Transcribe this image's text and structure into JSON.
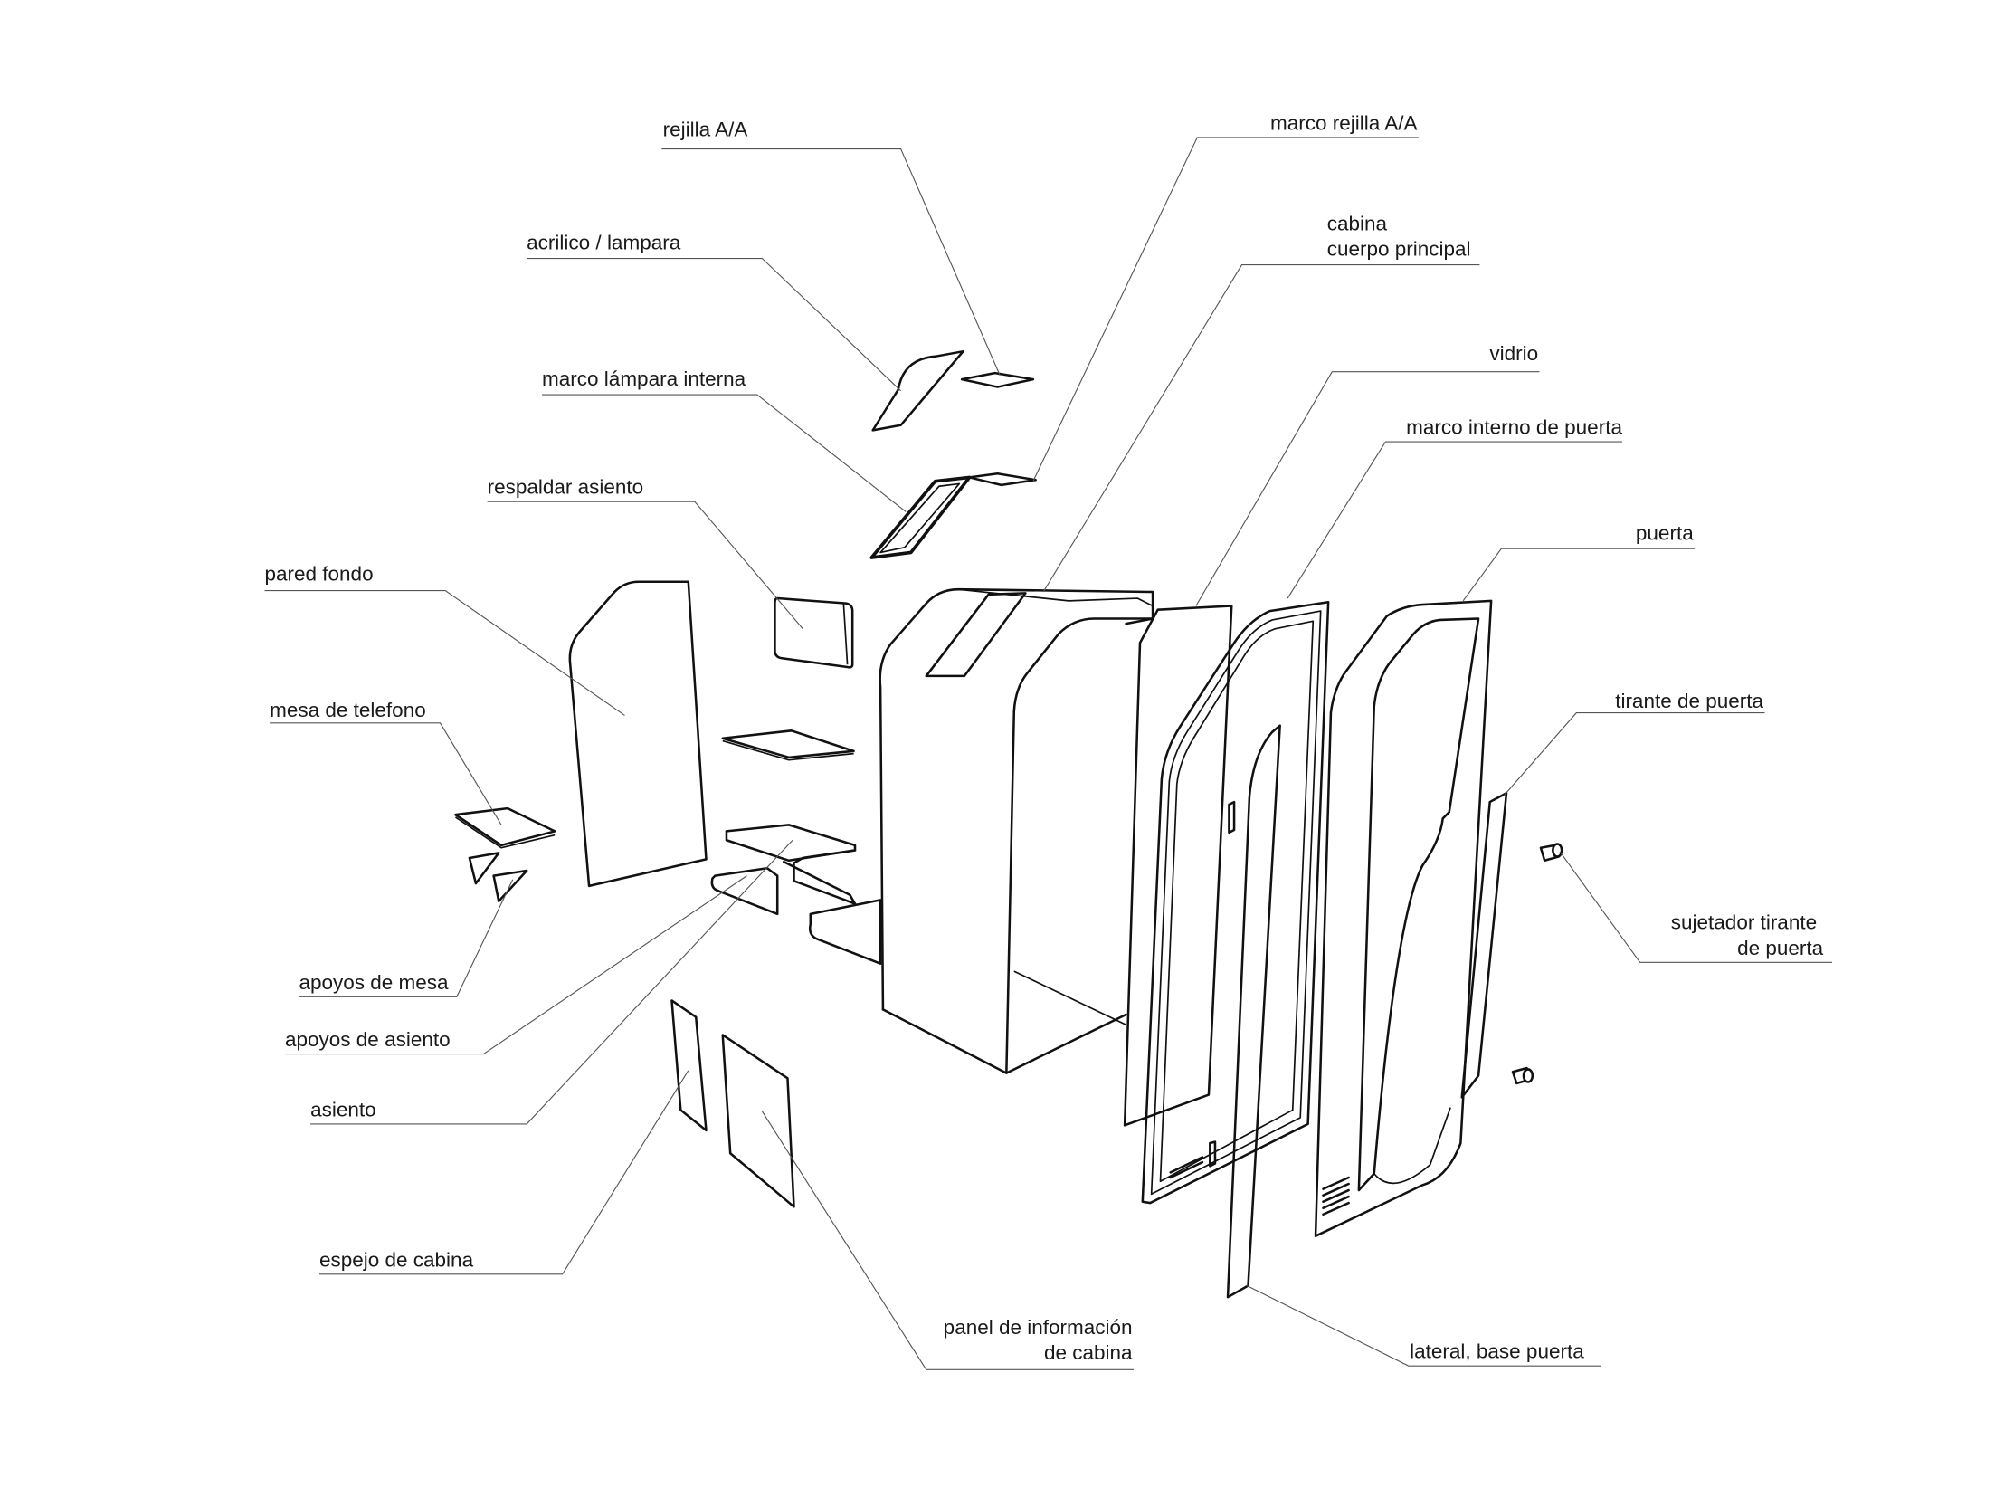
{
  "diagram": {
    "type": "exploded-assembly",
    "subject": "cabina",
    "labels": [
      {
        "id": "rejilla-aa",
        "lines": [
          "rejilla A/A"
        ]
      },
      {
        "id": "marco-rejilla-aa",
        "lines": [
          "marco rejilla A/A"
        ]
      },
      {
        "id": "acrilico-lampara",
        "lines": [
          "acrilico / lampara"
        ]
      },
      {
        "id": "cabina-cuerpo",
        "lines": [
          "cabina",
          "cuerpo principal"
        ]
      },
      {
        "id": "vidrio",
        "lines": [
          "vidrio"
        ]
      },
      {
        "id": "marco-lampara-interna",
        "lines": [
          "marco lámpara interna"
        ]
      },
      {
        "id": "marco-interno-puerta",
        "lines": [
          "marco interno de puerta"
        ]
      },
      {
        "id": "respaldar-asiento",
        "lines": [
          "respaldar asiento"
        ]
      },
      {
        "id": "puerta",
        "lines": [
          "puerta"
        ]
      },
      {
        "id": "pared-fondo",
        "lines": [
          "pared fondo"
        ]
      },
      {
        "id": "tirante-puerta",
        "lines": [
          "tirante de puerta"
        ]
      },
      {
        "id": "mesa-telefono",
        "lines": [
          "mesa de telefono"
        ]
      },
      {
        "id": "sujetador-tirante",
        "lines": [
          "sujetador tirante",
          "de puerta"
        ]
      },
      {
        "id": "apoyos-mesa",
        "lines": [
          "apoyos de mesa"
        ]
      },
      {
        "id": "apoyos-asiento",
        "lines": [
          "apoyos de asiento"
        ]
      },
      {
        "id": "asiento",
        "lines": [
          "asiento"
        ]
      },
      {
        "id": "espejo-cabina",
        "lines": [
          "espejo de cabina"
        ]
      },
      {
        "id": "panel-informacion",
        "lines": [
          "panel de información",
          "de cabina"
        ]
      },
      {
        "id": "lateral-base-puerta",
        "lines": [
          "lateral, base puerta"
        ]
      }
    ]
  }
}
